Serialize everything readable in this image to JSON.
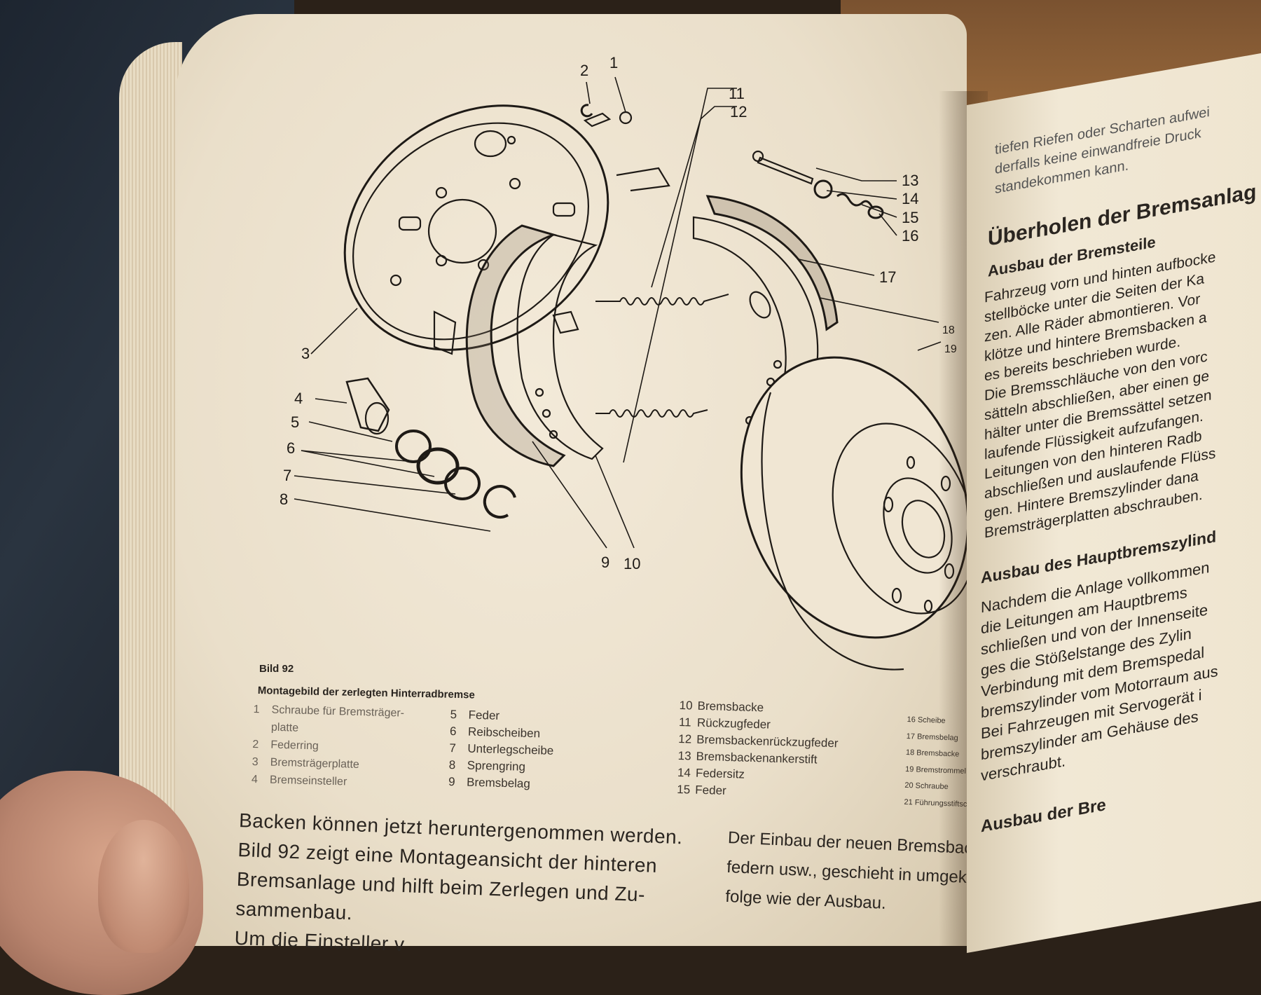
{
  "figure": {
    "number": "Bild 92",
    "title": "Montagebild der zerlegten Hinterradbremse",
    "callouts": [
      "1",
      "2",
      "3",
      "4",
      "5",
      "6",
      "7",
      "8",
      "9",
      "10",
      "11",
      "12",
      "13",
      "14",
      "15",
      "16",
      "17",
      "18",
      "19"
    ]
  },
  "legend": {
    "col1": [
      {
        "num": "1",
        "text": "Schraube für Bremsträger-"
      },
      {
        "num": "",
        "text": "platte"
      },
      {
        "num": "2",
        "text": "Federring"
      },
      {
        "num": "3",
        "text": "Bremsträgerplatte"
      },
      {
        "num": "4",
        "text": "Bremseinsteller"
      }
    ],
    "col2": [
      {
        "num": "5",
        "text": "Feder"
      },
      {
        "num": "6",
        "text": "Reibscheiben"
      },
      {
        "num": "7",
        "text": "Unterlegscheibe"
      },
      {
        "num": "8",
        "text": "Sprengring"
      },
      {
        "num": "9",
        "text": "Bremsbelag"
      }
    ],
    "col3": [
      {
        "num": "10",
        "text": "Bremsbacke"
      },
      {
        "num": "11",
        "text": "Rückzugfeder"
      },
      {
        "num": "12",
        "text": "Bremsbackenrückzugfeder"
      },
      {
        "num": "13",
        "text": "Bremsbackenankerstift"
      },
      {
        "num": "14",
        "text": "Federsitz"
      },
      {
        "num": "15",
        "text": "Feder"
      }
    ],
    "col4": [
      {
        "num": "16",
        "text": "Scheibe"
      },
      {
        "num": "17",
        "text": "Bremsbelag"
      },
      {
        "num": "18",
        "text": "Bremsbacke"
      },
      {
        "num": "19",
        "text": "Bremstrommel"
      },
      {
        "num": "20",
        "text": "Schraube"
      },
      {
        "num": "21",
        "text": "Führungsstiftschra"
      }
    ]
  },
  "body_left": [
    "Backen können jetzt heruntergenommen werden.",
    "Bild 92 zeigt eine Montageansicht der hinteren",
    "Bremsanlage und hilft beim Zerlegen und Zu-",
    "sammenbau.",
    "Um die Einsteller v"
  ],
  "body_mid": [
    "Der Einbau der neuen Bremsback",
    "federn usw., geschieht in umgek",
    "folge wie der Ausbau."
  ],
  "right_page": {
    "intro": [
      "tiefen Riefen oder Scharten aufwei",
      "derfalls keine einwandfreie Druck",
      "standekommen kann."
    ],
    "heading_main": "Überholen der Bremsanlag",
    "heading_sub1": "Ausbau der Bremsteile",
    "para1": [
      "Fahrzeug vorn und hinten aufbocke",
      "stellböcke unter die Seiten der Ka",
      "zen. Alle Räder abmontieren. Vor",
      "klötze und hintere Bremsbacken a",
      "es bereits beschrieben wurde.",
      "Die Bremsschläuche von den vorc",
      "sätteln abschließen, aber einen ge",
      "hälter unter die Bremssättel setzen",
      "laufende Flüssigkeit aufzufangen.",
      "Leitungen von den hinteren Radb",
      "abschließen und auslaufende Flüss",
      "gen. Hintere Bremszylinder dana",
      "Bremsträgerplatten abschrauben."
    ],
    "heading_sub2": "Ausbau des Hauptbremszylind",
    "para2": [
      "Nachdem die Anlage vollkommen",
      "die Leitungen am Hauptbrems",
      "schließen und von der Innenseite",
      "ges die Stößelstange des Zylin",
      "Verbindung mit dem Bremspedal",
      "bremszylinder vom Motorraum aus",
      "Bei Fahrzeugen mit Servogerät i",
      "bremszylinder am Gehäuse des",
      "verschraubt."
    ],
    "heading_sub3": "Ausbau der Bre"
  }
}
